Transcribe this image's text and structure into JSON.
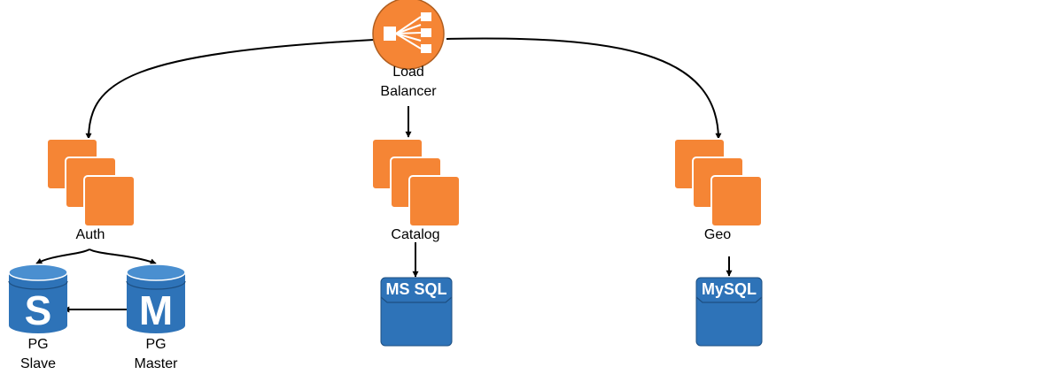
{
  "colors": {
    "compute": "#f58535",
    "compute_edge": "#b05e1f",
    "database": "#2e73b8",
    "database_edge": "#1d4f82",
    "line": "#000000"
  },
  "load_balancer": {
    "label_line1": "Load",
    "label_line2": "Balancer",
    "icon": "load-balancer-icon"
  },
  "services": {
    "auth": {
      "label": "Auth",
      "icon": "server-stack-icon"
    },
    "catalog": {
      "label": "Catalog",
      "icon": "server-stack-icon"
    },
    "geo": {
      "label": "Geo",
      "icon": "server-stack-icon"
    }
  },
  "databases": {
    "pg_slave": {
      "letter": "S",
      "label_line1": "PG",
      "label_line2": "Slave",
      "icon": "database-cylinder-icon"
    },
    "pg_master": {
      "letter": "M",
      "label_line1": "PG",
      "label_line2": "Master",
      "icon": "database-cylinder-icon"
    },
    "ms_sql": {
      "label": "MS SQL",
      "icon": "database-block-icon"
    },
    "mysql": {
      "label": "MySQL",
      "icon": "database-block-icon"
    }
  }
}
